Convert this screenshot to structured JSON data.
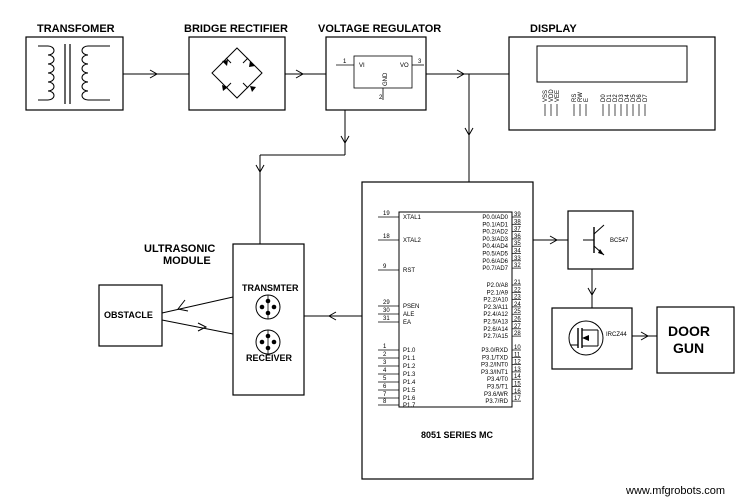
{
  "blocks": {
    "transformer": "TRANSFOMER",
    "bridge_rectifier": "BRIDGE RECTIFIER",
    "voltage_regulator": "VOLTAGE REGULATOR",
    "display": "DISPLAY",
    "ultrasonic_line1": "ULTRASONIC",
    "ultrasonic_line2": "MODULE",
    "obstacle": "OBSTACLE",
    "transmitter": "TRANSMTER",
    "receiver": "RECEIVER",
    "mcu": "8051 SERIES MC",
    "door_line1": "DOOR",
    "door_line2": "GUN",
    "transistor": "BC547",
    "mosfet": "IRCZ44"
  },
  "regulator_pins": {
    "vi": "VI",
    "vo": "VO",
    "gnd": "GND",
    "pin_in": "1",
    "pin_out": "3",
    "pin_gnd": "2"
  },
  "lcd_pins": [
    "VSS",
    "VDD",
    "VEE",
    "RS",
    "RW",
    "E",
    "D0",
    "D1",
    "D2",
    "D3",
    "D4",
    "D5",
    "D6",
    "D7"
  ],
  "mcu_left_pins": [
    {
      "num": "19",
      "name": "XTAL1"
    },
    {
      "num": "18",
      "name": "XTAL2"
    },
    {
      "num": "9",
      "name": "RST"
    },
    {
      "num": "29",
      "name": "PSEN"
    },
    {
      "num": "30",
      "name": "ALE"
    },
    {
      "num": "31",
      "name": "EA"
    },
    {
      "num": "1",
      "name": "P1.0"
    },
    {
      "num": "2",
      "name": "P1.1"
    },
    {
      "num": "3",
      "name": "P1.2"
    },
    {
      "num": "4",
      "name": "P1.3"
    },
    {
      "num": "5",
      "name": "P1.4"
    },
    {
      "num": "6",
      "name": "P1.5"
    },
    {
      "num": "7",
      "name": "P1.6"
    },
    {
      "num": "8",
      "name": "P1.7"
    }
  ],
  "mcu_right_pins": [
    {
      "num": "39",
      "name": "P0.0/AD0"
    },
    {
      "num": "38",
      "name": "P0.1/AD1"
    },
    {
      "num": "37",
      "name": "P0.2/AD2"
    },
    {
      "num": "36",
      "name": "P0.3/AD3"
    },
    {
      "num": "35",
      "name": "P0.4/AD4"
    },
    {
      "num": "34",
      "name": "P0.5/AD5"
    },
    {
      "num": "33",
      "name": "P0.6/AD6"
    },
    {
      "num": "32",
      "name": "P0.7/AD7"
    },
    {
      "num": "21",
      "name": "P2.0/A8"
    },
    {
      "num": "22",
      "name": "P2.1/A9"
    },
    {
      "num": "23",
      "name": "P2.2/A10"
    },
    {
      "num": "24",
      "name": "P2.3/A11"
    },
    {
      "num": "25",
      "name": "P2.4/A12"
    },
    {
      "num": "26",
      "name": "P2.5/A13"
    },
    {
      "num": "27",
      "name": "P2.6/A14"
    },
    {
      "num": "28",
      "name": "P2.7/A15"
    },
    {
      "num": "10",
      "name": "P3.0/RXD"
    },
    {
      "num": "11",
      "name": "P3.1/TXD"
    },
    {
      "num": "12",
      "name": "P3.2/INT0"
    },
    {
      "num": "13",
      "name": "P3.3/INT1"
    },
    {
      "num": "14",
      "name": "P3.4/T0"
    },
    {
      "num": "15",
      "name": "P3.5/T1"
    },
    {
      "num": "16",
      "name": "P3.6/WR"
    },
    {
      "num": "17",
      "name": "P3.7/RD"
    }
  ],
  "watermark": "www.mfgrobots.com"
}
